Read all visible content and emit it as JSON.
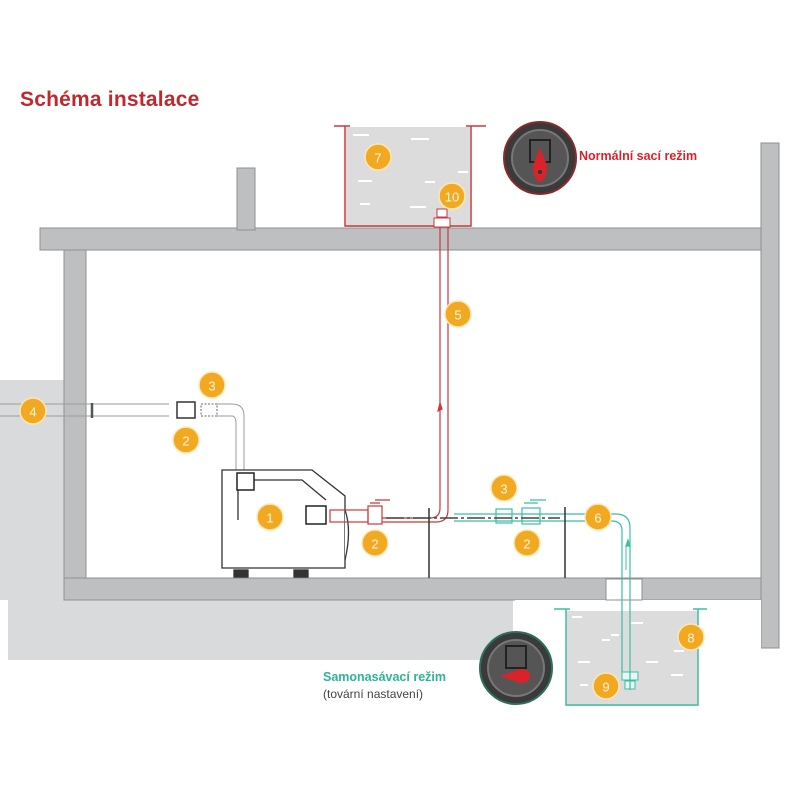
{
  "title": "Schéma instalace",
  "modes": {
    "normal": {
      "label": "Normální sací režim",
      "color": "#d8232a"
    },
    "self_priming": {
      "label": "Samonasávací režim",
      "sublabel": "(tovární nastavení)",
      "color": "#2eb39a"
    }
  },
  "colors": {
    "wall": "#bdbfc1",
    "wall_light": "#d9dadb",
    "badge": "#f2a922",
    "suction_red": "#c8383c",
    "suction_green": "#3bbfa3",
    "tank_fill": "#dcdcdc"
  },
  "badges": [
    {
      "id": "pump",
      "label": "1"
    },
    {
      "id": "valve-left-2",
      "label": "2"
    },
    {
      "id": "valve-left-3",
      "label": "3"
    },
    {
      "id": "pipe-outlet-4",
      "label": "4"
    },
    {
      "id": "pipe-suction-5",
      "label": "5"
    },
    {
      "id": "pipe-suction-6",
      "label": "6"
    },
    {
      "id": "tank-upper-7",
      "label": "7"
    },
    {
      "id": "tank-lower-8",
      "label": "8"
    },
    {
      "id": "foot-valve-9",
      "label": "9"
    },
    {
      "id": "foot-valve-10",
      "label": "10"
    },
    {
      "id": "valve-pump-2",
      "label": "2"
    },
    {
      "id": "valve-right-3",
      "label": "3"
    },
    {
      "id": "valve-right-2",
      "label": "2"
    }
  ]
}
